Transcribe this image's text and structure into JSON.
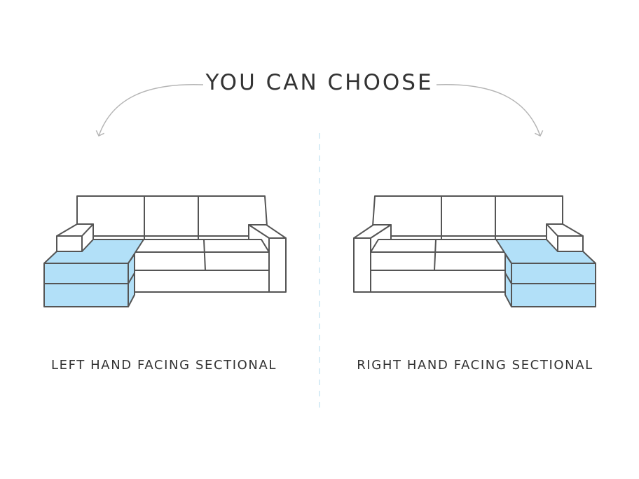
{
  "heading": "YOU CAN CHOOSE",
  "options": [
    {
      "label": "LEFT HAND FACING SECTIONAL",
      "chaise_side": "left"
    },
    {
      "label": "RIGHT HAND FACING SECTIONAL",
      "chaise_side": "right"
    }
  ],
  "colors": {
    "outline": "#555555",
    "chaise_fill": "#b2e0f8",
    "arrow": "#b5b5b5",
    "divider": "#cbe6f3",
    "text": "#333333"
  }
}
